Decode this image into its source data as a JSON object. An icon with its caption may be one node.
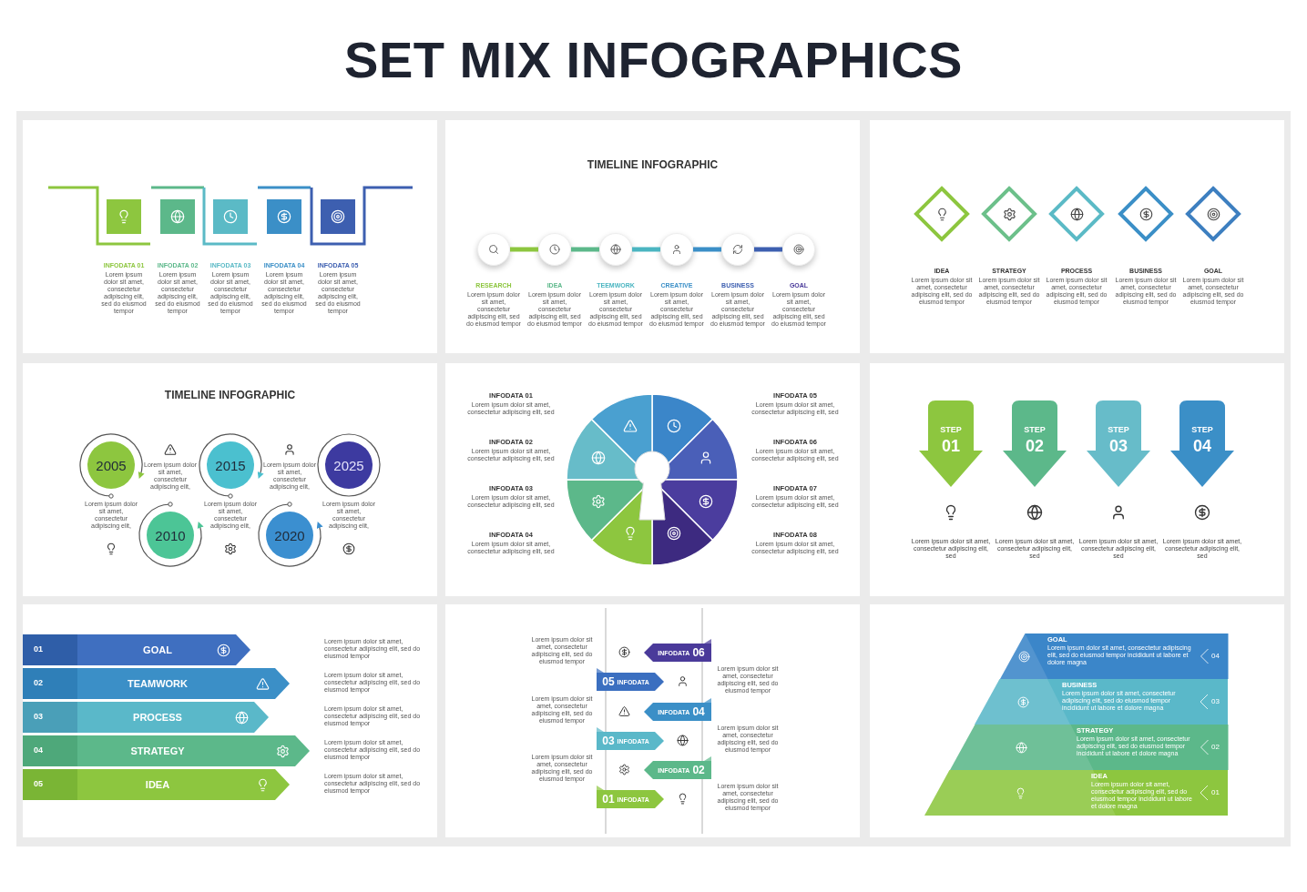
{
  "diagram": {
    "title": "SET MIX INFOGRAPHICS",
    "nodes": [
      {
        "text": [],
        "shape": "box"
      },
      {
        "text": [],
        "shape": "box",
        "in": 0,
        "beside": [
          "INFODATA 01",
          "Lorem ipsum dolor sit amet, consectetur adipiscing elit, sed do eiusmod tempor"
        ]
      },
      {
        "text": [],
        "shape": "box",
        "in": 0,
        "beside": [
          "INFODATA 02",
          "Lorem ipsum dolor sit amet, consectetur adipiscing elit, sed do eiusmod tempor"
        ]
      },
      {
        "text": [],
        "shape": "box",
        "in": 0,
        "beside": [
          "INFODATA 03",
          "Lorem ipsum dolor sit amet, consectetur adipiscing elit, sed do eiusmod tempor"
        ]
      },
      {
        "text": [],
        "shape": "box",
        "in": 0,
        "beside": [
          "INFODATA 04",
          "Lorem ipsum dolor sit amet, consectetur adipiscing elit, sed do eiusmod tempor"
        ]
      },
      {
        "text": [],
        "shape": "box",
        "in": 0,
        "beside": [
          "INFODATA 05",
          "Lorem ipsum dolor sit amet, consectetur adipiscing elit, sed do eiusmod tempor"
        ]
      },
      {
        "text": [
          "TIMELINE INFOGRAPHIC"
        ]
      },
      {
        "text": [],
        "shape": "circle",
        "in": 6,
        "beside": [
          "RESEARCH",
          "Lorem ipsum dolor sit amet, consectetur adipiscing elit, sed do eiusmod tempor"
        ]
      },
      {
        "text": [],
        "shape": "circle",
        "in": 6,
        "beside": [
          "IDEA",
          "Lorem ipsum dolor sit amet, consectetur adipiscing elit, sed do eiusmod tempor"
        ]
      },
      {
        "text": [],
        "shape": "circle",
        "in": 6,
        "beside": [
          "TEEMWORK",
          "Lorem ipsum dolor sit amet, consectetur adipiscing elit, sed do eiusmod tempor"
        ]
      },
      {
        "text": [],
        "shape": "circle",
        "in": 6,
        "beside": [
          "CREATIVE",
          "Lorem ipsum dolor sit amet, consectetur adipiscing elit, sed do eiusmod tempor"
        ]
      },
      {
        "text": [],
        "shape": "circle",
        "in": 6,
        "beside": [
          "BUSINESS",
          "Lorem ipsum dolor sit amet, consectetur adipiscing elit, sed do eiusmod tempor"
        ]
      },
      {
        "text": [],
        "shape": "circle",
        "in": 6,
        "beside": [
          "GOAL",
          "Lorem ipsum dolor sit amet, consectetur adipiscing elit, sed do eiusmod tempor"
        ]
      },
      {
        "text": [],
        "shape": "box"
      },
      {
        "text": [],
        "shape": "diamond",
        "in": 13,
        "beside": [
          "IDEA",
          "Lorem ipsum dolor sit amet, consectetur adipiscing elit, sed do eiusmod tempor"
        ]
      },
      {
        "text": [],
        "shape": "diamond",
        "in": 13,
        "beside": [
          "STRATEGY",
          "Lorem ipsum dolor sit amet, consectetur adipiscing elit, sed do eiusmod tempor"
        ]
      },
      {
        "text": [],
        "shape": "diamond",
        "in": 13,
        "beside": [
          "PROCESS",
          "Lorem ipsum dolor sit amet, consectetur adipiscing elit, sed do eiusmod tempor"
        ]
      },
      {
        "text": [],
        "shape": "diamond",
        "in": 13,
        "beside": [
          "BUSINESS",
          "Lorem ipsum dolor sit amet, consectetur adipiscing elit, sed do eiusmod tempor"
        ]
      },
      {
        "text": [],
        "shape": "diamond",
        "in": 13,
        "beside": [
          "GOAL",
          "Lorem ipsum dolor sit amet, consectetur adipiscing elit, sed do eiusmod tempor"
        ]
      },
      {
        "text": [
          "TIMELINE INFOGRAPHIC"
        ]
      },
      {
        "text": [
          "2005"
        ],
        "in": 19
      },
      {
        "text": [
          "2010"
        ],
        "in": 19
      },
      {
        "text": [
          "2015"
        ],
        "in": 19
      },
      {
        "text": [
          "2020"
        ],
        "in": 19
      },
      {
        "text": [
          "2025"
        ],
        "in": 19
      },
      {
        "text": [],
        "shape": "box"
      },
      {
        "text": [],
        "shape": "box"
      },
      {
        "text": [
          "STEP",
          "01"
        ],
        "in": 26
      },
      {
        "text": [
          "STEP",
          "02"
        ],
        "in": 26
      },
      {
        "text": [
          "STEP",
          "03"
        ],
        "in": 26
      },
      {
        "text": [
          "STEP",
          "04"
        ],
        "in": 26
      },
      {
        "text": [],
        "shape": "box"
      },
      {
        "text": [
          "01",
          "GOAL"
        ],
        "in": 31
      },
      {
        "text": [
          "02",
          "TEAMWORK"
        ],
        "in": 31
      },
      {
        "text": [
          "03",
          "PROCESS"
        ],
        "in": 31
      },
      {
        "text": [
          "04",
          "STRATEGY"
        ],
        "in": 31
      },
      {
        "text": [
          "05",
          "IDEA"
        ],
        "in": 31
      },
      {
        "text": [],
        "shape": "box"
      },
      {
        "text": [
          "INFODATA",
          "06"
        ],
        "in": 37
      },
      {
        "text": [
          "05",
          "INFODATA"
        ],
        "in": 37
      },
      {
        "text": [
          "INFODATA",
          "04"
        ],
        "in": 37
      },
      {
        "text": [
          "03",
          "INFODATA"
        ],
        "in": 37
      },
      {
        "text": [
          "INFODATA",
          "02"
        ],
        "in": 37
      },
      {
        "text": [
          "01",
          "INFODATA"
        ],
        "in": 37
      },
      {
        "text": [],
        "shape": "box"
      },
      {
        "text": [
          "GOAL",
          "Lorem ipsum dolor sit amet, consectetur adipiscing elit, sed do eiusmod tempor incididunt ut labore et dolore magna",
          "04"
        ],
        "in": 44
      },
      {
        "text": [
          "BUSINESS",
          "Lorem ipsum dolor sit amet, consectetur adipiscing elit, sed do eiusmod tempor incididunt ut labore et dolore magna",
          "03"
        ],
        "in": 44
      },
      {
        "text": [
          "STRATEGY",
          "Lorem ipsum dolor sit amet, consectetur adipiscing elit, sed do eiusmod tempor incididunt ut labore et dolore magna",
          "02"
        ],
        "in": 44
      },
      {
        "text": [
          "IDEA",
          "Lorem ipsum dolor sit amet, consectetur adipiscing elit, sed do eiusmod tempor incididunt ut labore et dolore magna",
          "01"
        ],
        "in": 44
      }
    ],
    "edges": [
      {
        "from": 7,
        "to": 8,
        "arrow": "none",
        "color": "#8dc63f"
      },
      {
        "from": 8,
        "to": 9,
        "arrow": "none",
        "color": "#5cb88a"
      },
      {
        "from": 9,
        "to": 10,
        "arrow": "none",
        "color": "#4bb5c1"
      },
      {
        "from": 10,
        "to": 11,
        "arrow": "none",
        "color": "#3b8fc7"
      },
      {
        "from": 11,
        "to": 12,
        "arrow": "none",
        "color": "#3d5fb0"
      }
    ],
    "labels": [
      "Lorem ipsum dolor sit amet, consectetur adipiscing elit,",
      "Lorem ipsum dolor sit amet, consectetur adipiscing elit,",
      "Lorem ipsum dolor sit amet, consectetur adipiscing elit,",
      "Lorem ipsum dolor sit amet, consectetur adipiscing elit,",
      "Lorem ipsum dolor sit amet, consectetur adipiscing elit,",
      "INFODATA 01",
      "Lorem ipsum dolor sit amet, consectetur adipiscing elit, sed",
      "INFODATA 05",
      "Lorem ipsum dolor sit amet, consectetur adipiscing elit, sed",
      "INFODATA 02",
      "Lorem ipsum dolor sit amet, consectetur adipiscing elit, sed",
      "INFODATA 06",
      "Lorem ipsum dolor sit amet, consectetur adipiscing elit, sed",
      "INFODATA 03",
      "Lorem ipsum dolor sit amet, consectetur adipiscing elit, sed",
      "INFODATA 07",
      "Lorem ipsum dolor sit amet, consectetur adipiscing elit, sed",
      "INFODATA 04",
      "Lorem ipsum dolor sit amet, consectetur adipiscing elit, sed",
      "INFODATA 08",
      "Lorem ipsum dolor sit amet, consectetur adipiscing elit, sed",
      "Lorem ipsum dolor sit amet, consectetur adipiscing elit, sed",
      "Lorem ipsum dolor sit amet, consectetur adipiscing elit, sed",
      "Lorem ipsum dolor sit amet, consectetur adipiscing elit, sed",
      "Lorem ipsum dolor sit amet, consectetur adipiscing elit, sed",
      "Lorem ipsum dolor sit amet, consectetur adipiscing elit, sed do eiusmod tempor",
      "Lorem ipsum dolor sit amet, consectetur adipiscing elit, sed do eiusmod tempor",
      "Lorem ipsum dolor sit amet, consectetur adipiscing elit, sed do eiusmod tempor",
      "Lorem ipsum dolor sit amet, consectetur adipiscing elit, sed do eiusmod tempor",
      "Lorem ipsum dolor sit amet, consectetur adipiscing elit, sed do eiusmod tempor",
      "Lorem ipsum dolor sit amet, consectetur adipiscing elit, sed do eiusmod tempor",
      "Lorem ipsum dolor sit amet, consectetur adipiscing elit, sed do eiusmod tempor",
      "Lorem ipsum dolor sit amet, consectetur adipiscing elit, sed do eiusmod tempor",
      "Lorem ipsum dolor sit amet, consectetur adipiscing elit, sed do eiusmod tempor",
      "Lorem ipsum dolor sit amet, consectetur adipiscing elit, sed do eiusmod tempor",
      "Lorem ipsum dolor sit amet, consectetur adipiscing elit, sed do eiusmod tempor"
    ]
  }
}
